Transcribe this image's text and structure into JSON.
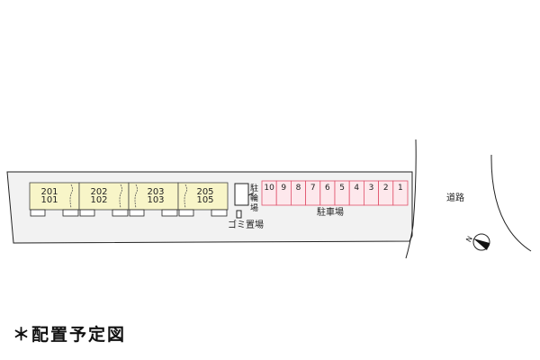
{
  "title": "＊配置予定図",
  "units": [
    {
      "upper": "201",
      "lower": "101"
    },
    {
      "upper": "202",
      "lower": "102"
    },
    {
      "upper": "203",
      "lower": "103"
    },
    {
      "upper": "205",
      "lower": "105"
    }
  ],
  "bicycle_parking": [
    "駐",
    "輪",
    "場"
  ],
  "garbage_area": "ゴミ置場",
  "parking_label": "駐車場",
  "parking_slots": [
    "10",
    "9",
    "8",
    "7",
    "6",
    "5",
    "4",
    "3",
    "2",
    "1"
  ],
  "road_label": "道路",
  "north_label": "N",
  "colors": {
    "building": "#f8f5c8",
    "parking_fill": "#fde8ec",
    "parking_border": "#e0506a",
    "lot": "#f2f2f2"
  }
}
